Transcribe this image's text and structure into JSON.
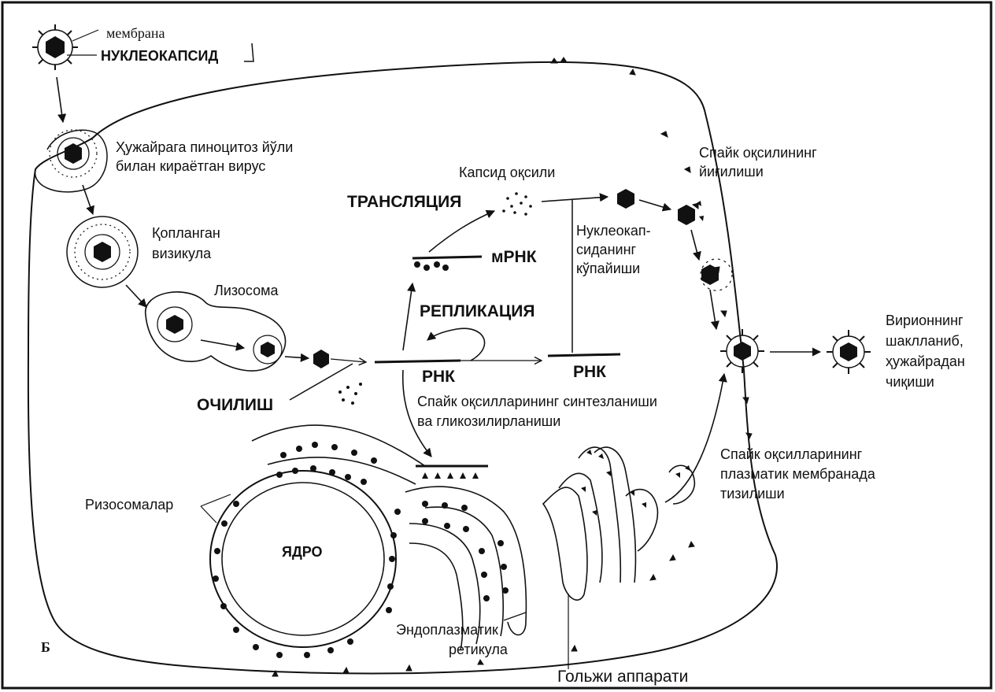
{
  "figure_letter": "Б",
  "labels": {
    "membrane": "мембрана",
    "nucleocapsid": "НУКЛЕОКАПСИД",
    "pinocytosis_line1": "Ҳужайрага пиноцитоз йўли",
    "pinocytosis_line2": "билан кираётган вирус",
    "vesicle_line1": "Қопланган",
    "vesicle_line2": "визикула",
    "lysosome": "Лизосома",
    "uncoating": "ОЧИЛИШ",
    "translation": "ТРАНСЛЯЦИЯ",
    "capsid_protein": "Капсид оқсили",
    "mrna": "мРНК",
    "replication": "РЕПЛИКАЦИЯ",
    "rna_left": "РНК",
    "rna_right": "РНК",
    "nc_mult_line1": "Нуклеокап-",
    "nc_mult_line2": "сиданинг",
    "nc_mult_line3": "кўпайиши",
    "spike_assembly_line1": "Спайк оқсилининг",
    "spike_assembly_line2": "йиғилиши",
    "spike_synth_line1": "Спайк оқсилларининг синтезланиши",
    "spike_synth_line2": "ва гликозилирланиши",
    "virion_line1": "Вирионнинг",
    "virion_line2": "шаклланиб,",
    "virion_line3": "ҳужайрадан",
    "virion_line4": "чиқиши",
    "spike_mem_line1": "Спайк оқсилларининг",
    "spike_mem_line2": "плазматик мембранада",
    "spike_mem_line3": "тизилиши",
    "ribosomes": "Ризосомалар",
    "nucleus": "ЯДРО",
    "er_line1": "Эндоплазматик",
    "er_line2": "ретикула",
    "golgi": "Гольжи аппарати"
  }
}
